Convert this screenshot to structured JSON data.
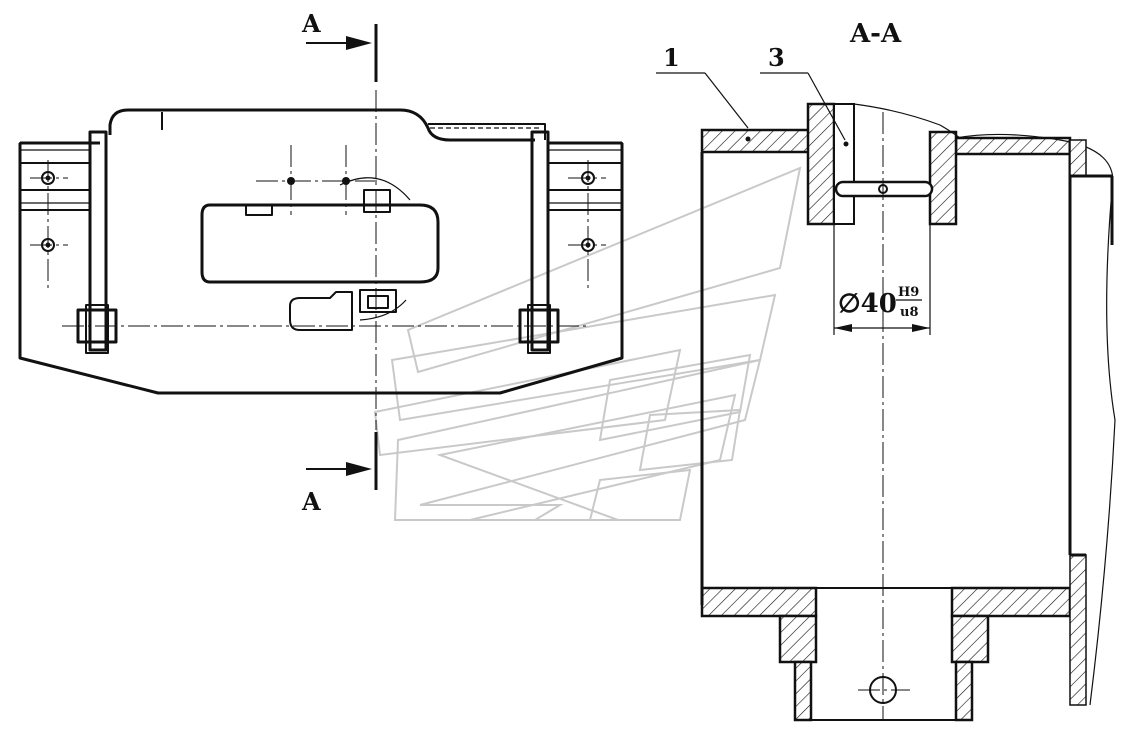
{
  "section_mark_top": "A",
  "section_mark_bottom": "A",
  "section_title": "A-A",
  "callout_1": "1",
  "callout_3": "3",
  "dim_symbol": "∅40",
  "dim_tol_upper": "H9",
  "dim_tol_lower": "u8",
  "watermark_icon": "stylized-arrow-logo"
}
